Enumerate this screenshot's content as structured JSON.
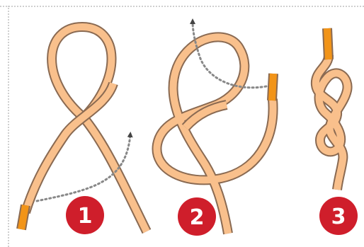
{
  "colors": {
    "rope_fill": "#F9C08C",
    "rope_edge": "#8A6A52",
    "rope_end": "#F29418",
    "badge": "#CF1E2B",
    "badge_text": "#FFFFFF",
    "arrow": "#888888",
    "frame_dots": "#CFCFCF"
  },
  "steps": [
    {
      "number": "1"
    },
    {
      "number": "2"
    },
    {
      "number": "3"
    }
  ]
}
